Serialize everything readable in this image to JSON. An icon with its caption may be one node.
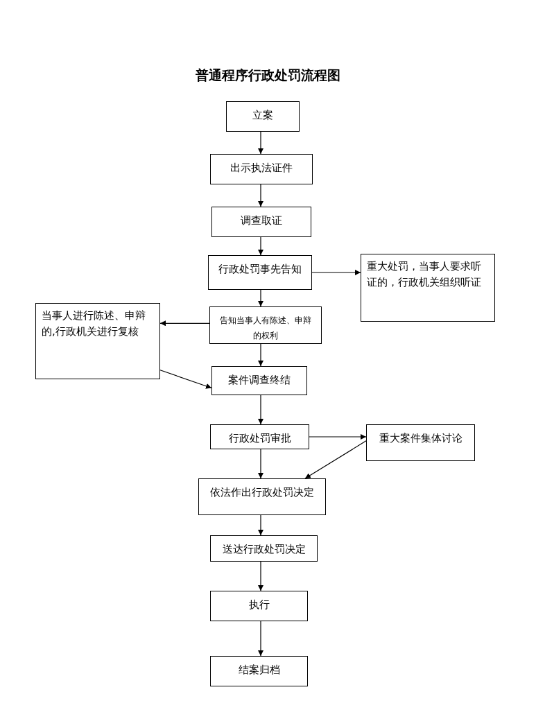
{
  "diagram": {
    "title": "普通程序行政处罚流程图",
    "nodes": [
      {
        "text": [
          "立案"
        ]
      },
      {
        "text": [
          "出示执法证件"
        ]
      },
      {
        "text": [
          "调查取证"
        ]
      },
      {
        "text": [
          "行政处罚事先告知"
        ]
      },
      {
        "text": [
          "重大处罚，当事人要求听证的，行政机关组织听证"
        ]
      },
      {
        "text": [
          "告知当事人有陈述、申辩的权利"
        ]
      },
      {
        "text": [
          "当事人进行陈述、申辩的,行政机关进行复核"
        ]
      },
      {
        "text": [
          "案件调查终结"
        ]
      },
      {
        "text": [
          "行政处罚审批"
        ]
      },
      {
        "text": [
          "重大案件集体讨论"
        ]
      },
      {
        "text": [
          "依法作出行政处罚决定"
        ]
      },
      {
        "text": [
          "送达行政处罚决定"
        ]
      },
      {
        "text": [
          "执行"
        ]
      },
      {
        "text": [
          "结案归档"
        ]
      }
    ],
    "edges": [
      {
        "from": 0,
        "to": 1,
        "arrow": "to"
      },
      {
        "from": 1,
        "to": 2,
        "arrow": "to"
      },
      {
        "from": 2,
        "to": 3,
        "arrow": "to"
      },
      {
        "from": 3,
        "to": 4,
        "arrow": "to"
      },
      {
        "from": 3,
        "to": 5,
        "arrow": "to"
      },
      {
        "from": 5,
        "to": 6,
        "arrow": "to"
      },
      {
        "from": 5,
        "to": 7,
        "arrow": "to"
      },
      {
        "from": 6,
        "to": 7,
        "arrow": "to"
      },
      {
        "from": 7,
        "to": 8,
        "arrow": "to"
      },
      {
        "from": 8,
        "to": 9,
        "arrow": "to"
      },
      {
        "from": 8,
        "to": 10,
        "arrow": "to"
      },
      {
        "from": 9,
        "to": 10,
        "arrow": "to"
      },
      {
        "from": 10,
        "to": 11,
        "arrow": "to"
      },
      {
        "from": 11,
        "to": 12,
        "arrow": "to"
      },
      {
        "from": 12,
        "to": 13,
        "arrow": "to"
      }
    ]
  }
}
